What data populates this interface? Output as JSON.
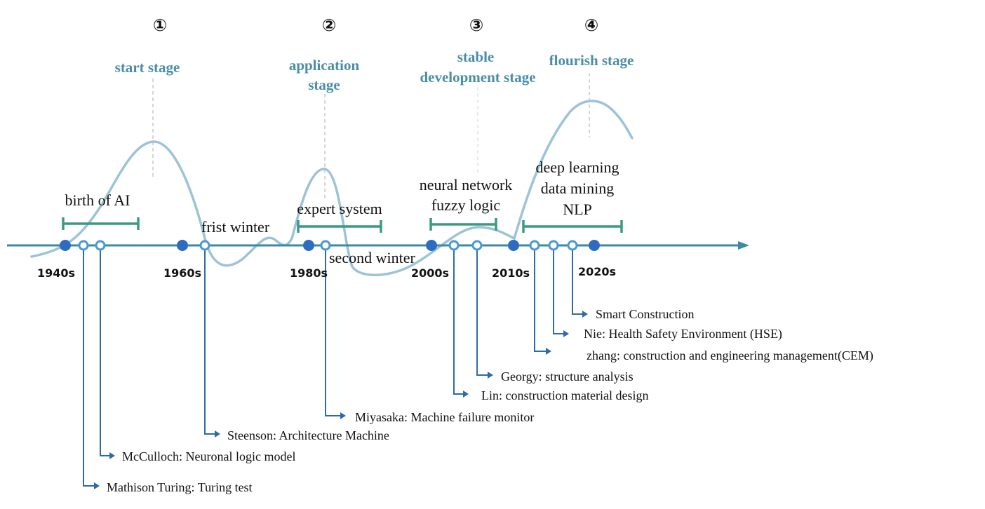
{
  "colors": {
    "axis": "#3a8aa3",
    "curve": "#9cc3d8",
    "milestone": "#2e6cc0",
    "hollow": "#4a9ad0",
    "range": "#3a9a82",
    "stage": "#4a8ea6",
    "connector": "#2f6aa8",
    "guide": "#bbbbbb",
    "text": "#111111"
  },
  "stages": [
    {
      "number": "①",
      "label": [
        "start stage"
      ]
    },
    {
      "number": "②",
      "label": [
        "application",
        "stage"
      ]
    },
    {
      "number": "③",
      "label": [
        "stable",
        "development stage"
      ]
    },
    {
      "number": "④",
      "label": [
        "flourish stage"
      ]
    }
  ],
  "decades": [
    "1940s",
    "1960s",
    "1980s",
    "2000s",
    "2010s",
    "2020s"
  ],
  "phases": [
    {
      "label": [
        "birth of AI"
      ]
    },
    {
      "label": [
        "expert system"
      ]
    },
    {
      "label": [
        "neural network",
        "fuzzy logic"
      ]
    },
    {
      "label": [
        "deep learning",
        "data mining",
        "NLP"
      ]
    }
  ],
  "winters": [
    "frist winter",
    "second winter"
  ],
  "events": [
    "Mathison Turing: Turing test",
    "McCulloch: Neuronal logic model",
    "Steenson: Architecture Machine",
    "Miyasaka: Machine failure monitor",
    "Lin: construction material design",
    "Georgy: structure analysis",
    "zhang: construction and engineering management(CEM)",
    "Nie: Health Safety Environment (HSE)",
    "Smart Construction"
  ]
}
